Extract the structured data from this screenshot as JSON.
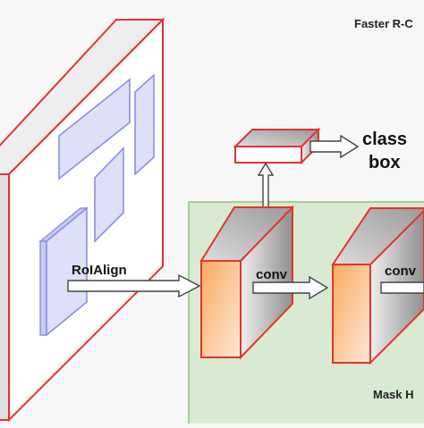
{
  "header": {
    "title": "Faster R-C"
  },
  "labels": {
    "roialign": "RoIAlign",
    "class": "class",
    "box": "box",
    "conv_1": "conv",
    "conv_2": "conv",
    "mask_head": "Mask H"
  },
  "colors": {
    "background": "#f7f7f7",
    "box_edge": "#e8322a",
    "roi_fill": "#dde0f7",
    "roi_edge": "#8a8fe6",
    "mask_region_fill": "#d8ead2",
    "mask_region_edge": "#93c47d",
    "conv_front_top": "#f9b26b",
    "conv_front_bottom": "#fbe3d2",
    "arrow_fill": "#ffffff",
    "arrow_edge": "#444444"
  }
}
